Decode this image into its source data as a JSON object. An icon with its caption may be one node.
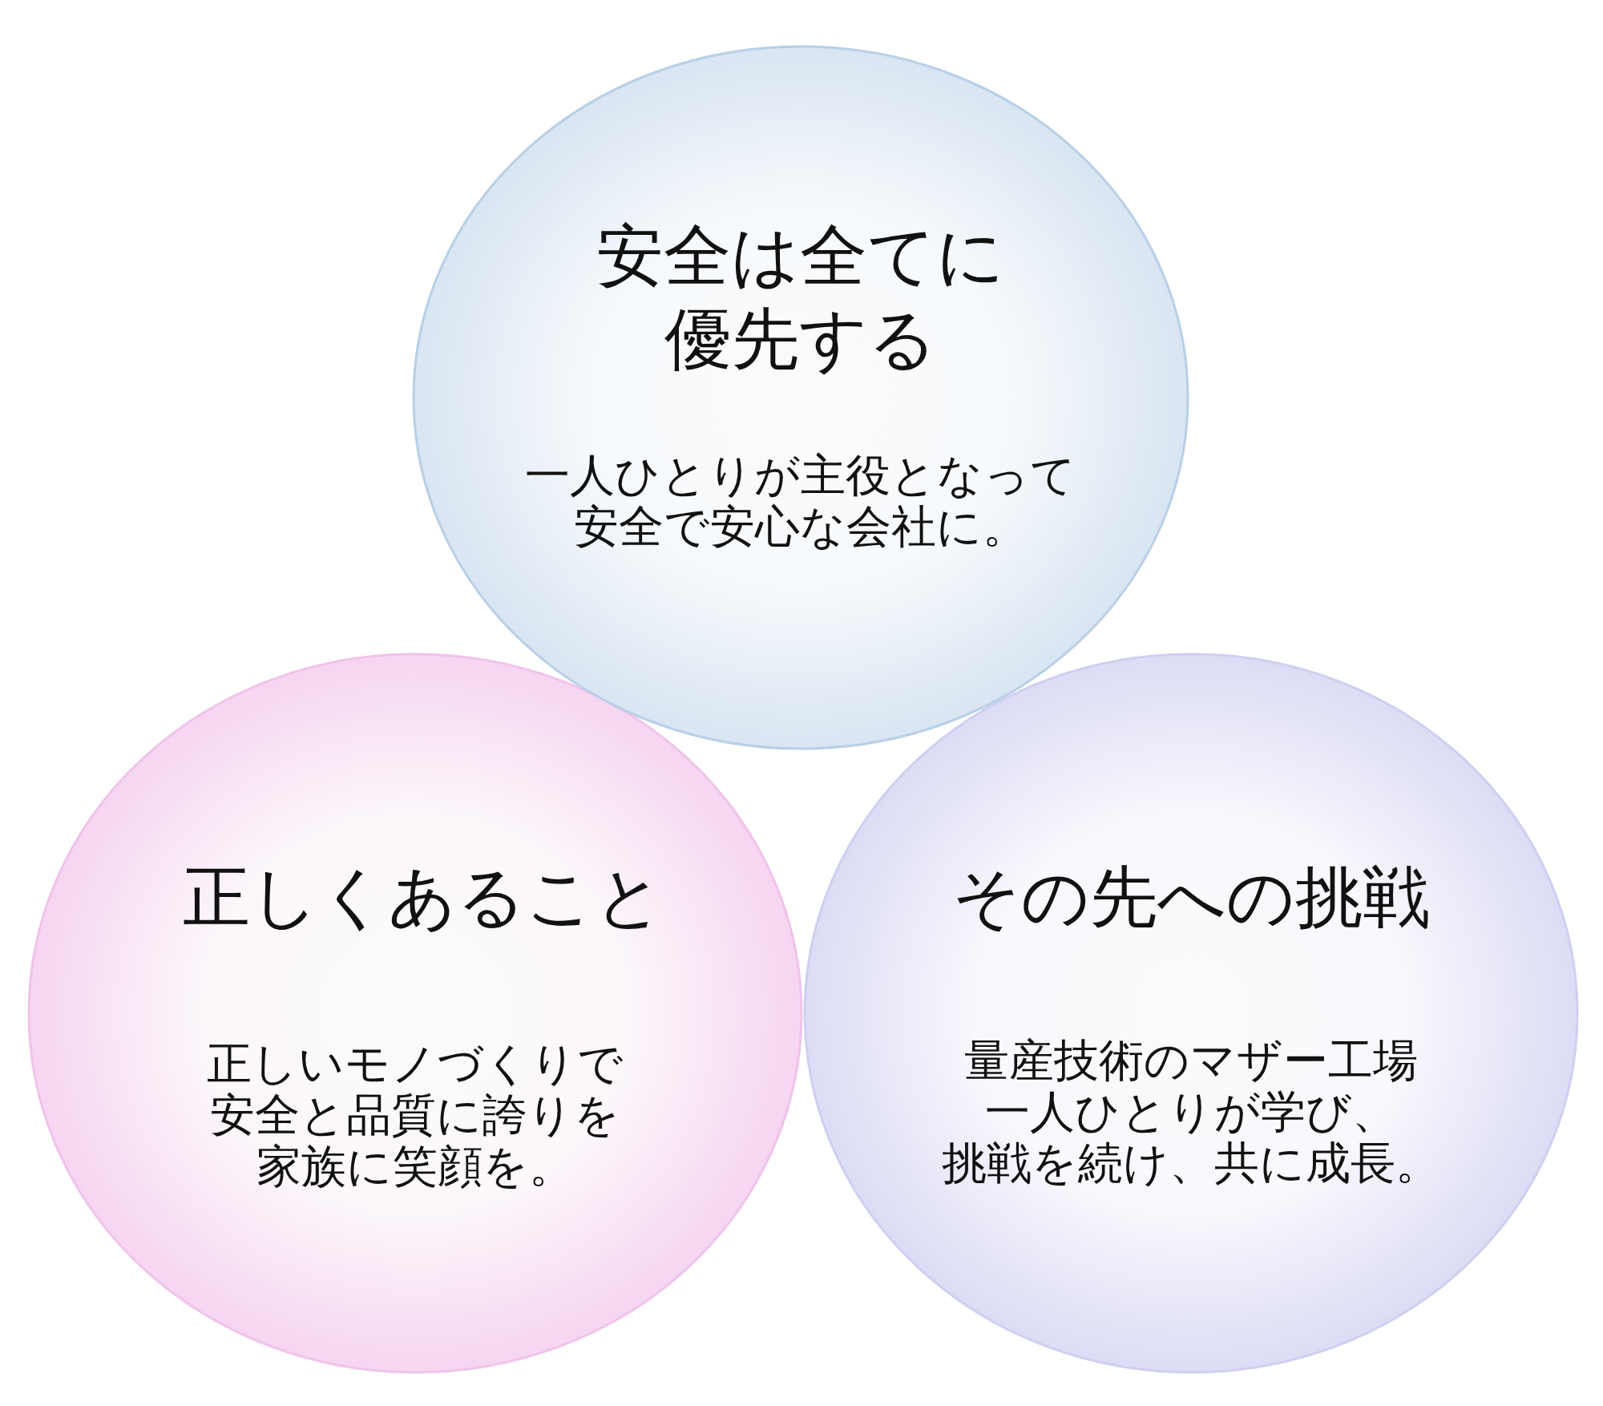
{
  "diagram": {
    "nodes": [
      {
        "text": [
          "安全は全てに優先する",
          "一人ひとりが主役となって安全で安心な会社に。"
        ]
      },
      {
        "text": [
          "正しくあること",
          "正しいモノづくりで安全と品質に誇りを家族に笑顔を。"
        ]
      },
      {
        "text": [
          "その先への挑戦",
          "量産技術のマザー工場一人ひとりが学び、挑戦を続け、共に成長。"
        ]
      }
    ]
  }
}
